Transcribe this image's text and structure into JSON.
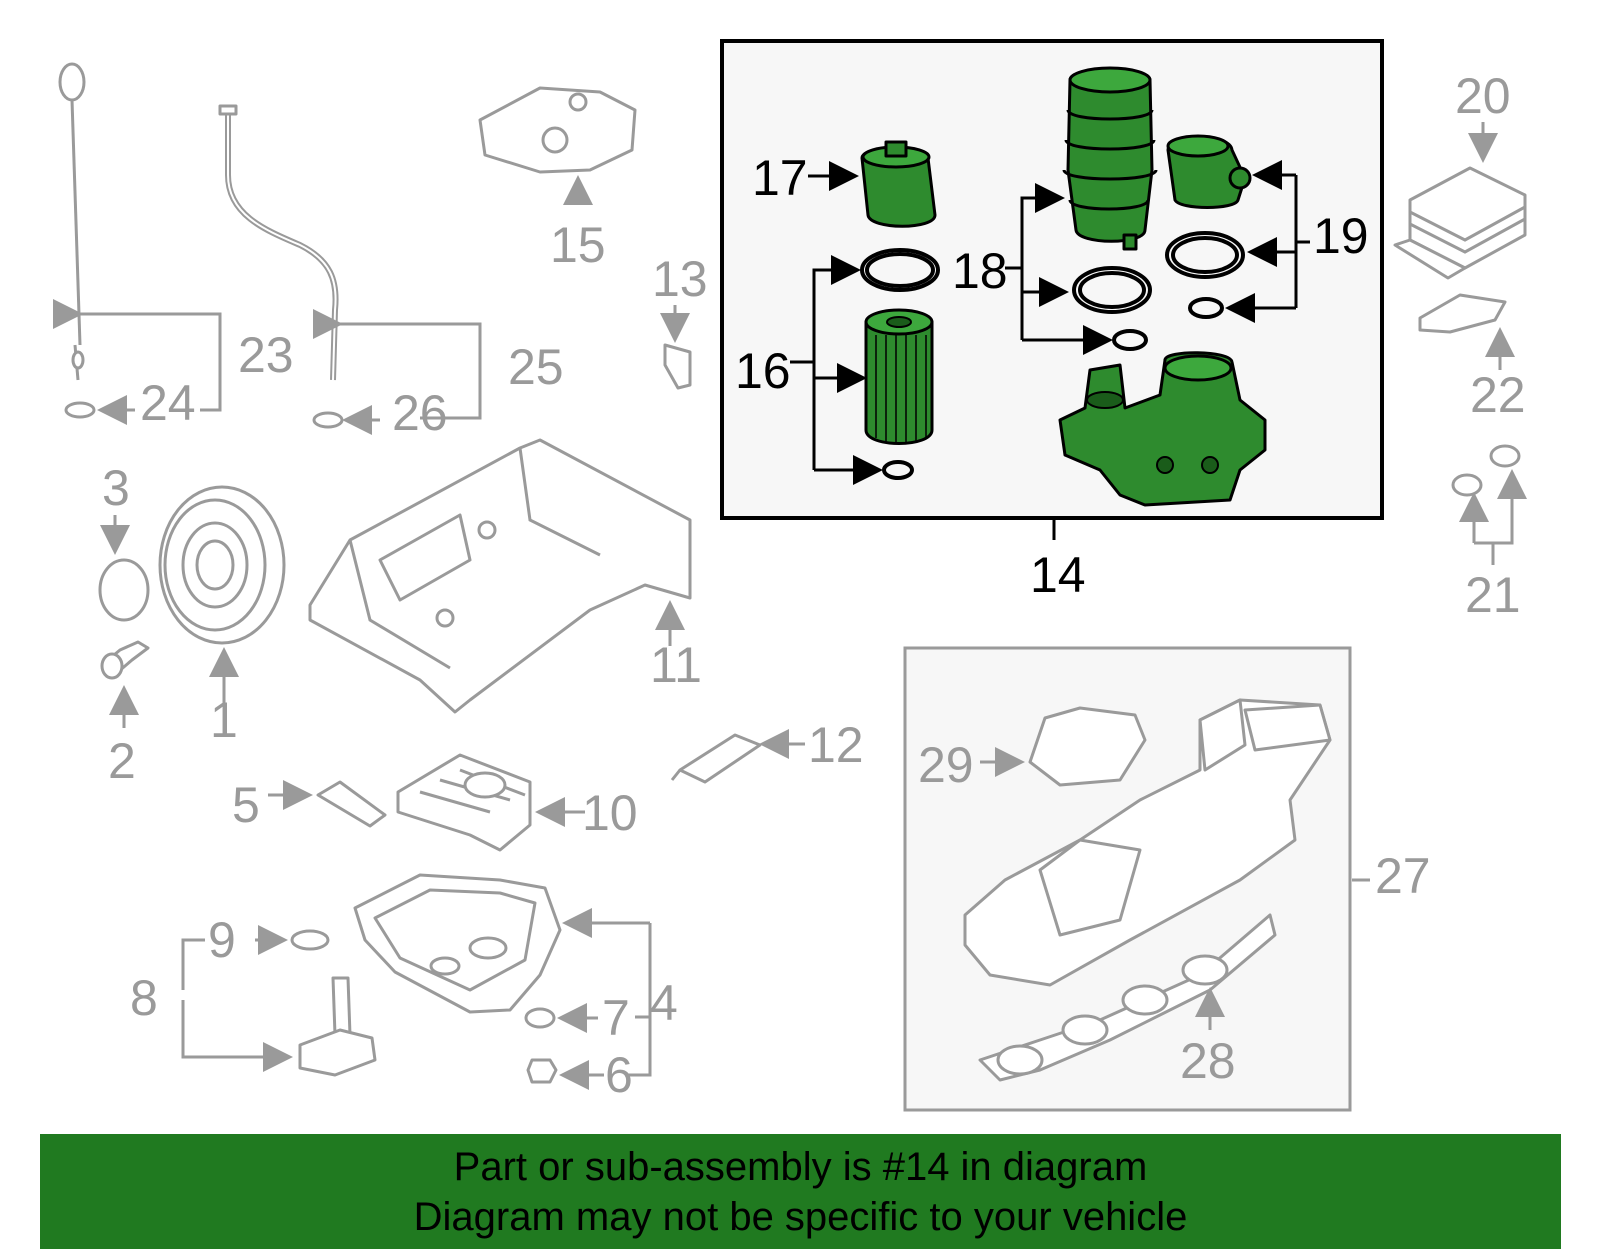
{
  "callouts": {
    "c1": "1",
    "c2": "2",
    "c3": "3",
    "c4": "4",
    "c5": "5",
    "c6": "6",
    "c7": "7",
    "c8": "8",
    "c9": "9",
    "c10": "10",
    "c11": "11",
    "c12": "12",
    "c13": "13",
    "c14": "14",
    "c15": "15",
    "c16": "16",
    "c17": "17",
    "c18": "18",
    "c19": "19",
    "c20": "20",
    "c21": "21",
    "c22": "22",
    "c23": "23",
    "c24": "24",
    "c25": "25",
    "c26": "26",
    "c27": "27",
    "c28": "28",
    "c29": "29"
  },
  "banner": {
    "line1": "Part or sub-assembly is #14 in diagram",
    "line2": "Diagram may not be specific to your vehicle"
  },
  "colors": {
    "highlight": "#2e8b2e",
    "banner_bg": "#207a20",
    "part_stroke": "#9a9a9a"
  }
}
